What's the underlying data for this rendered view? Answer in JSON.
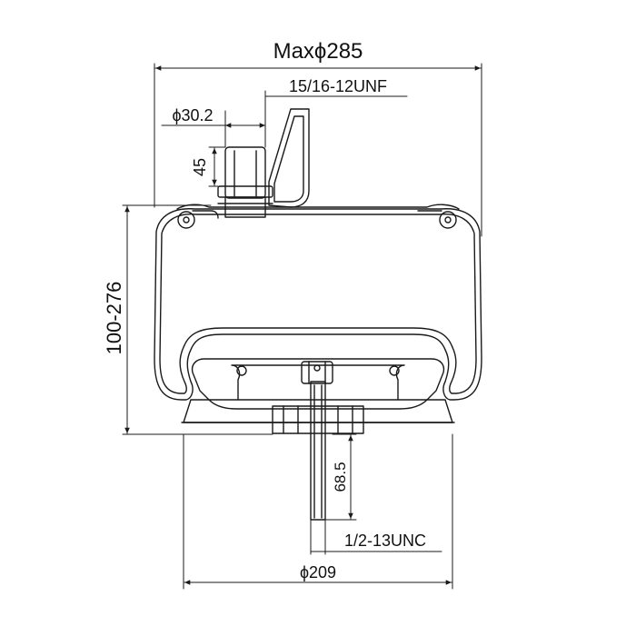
{
  "drawing": {
    "dimensions": {
      "max_diameter": "Maxϕ285",
      "top_thread": "15/16-12UNF",
      "stud_diameter": "ϕ30.2",
      "stud_height": "45",
      "height_range": "100-276",
      "bottom_stud_length": "68.5",
      "bottom_thread": "1/2-13UNC",
      "base_diameter": "ϕ209"
    },
    "colors": {
      "line": "#1a1a1a",
      "background": "#ffffff",
      "fill": "#ffffff"
    }
  }
}
